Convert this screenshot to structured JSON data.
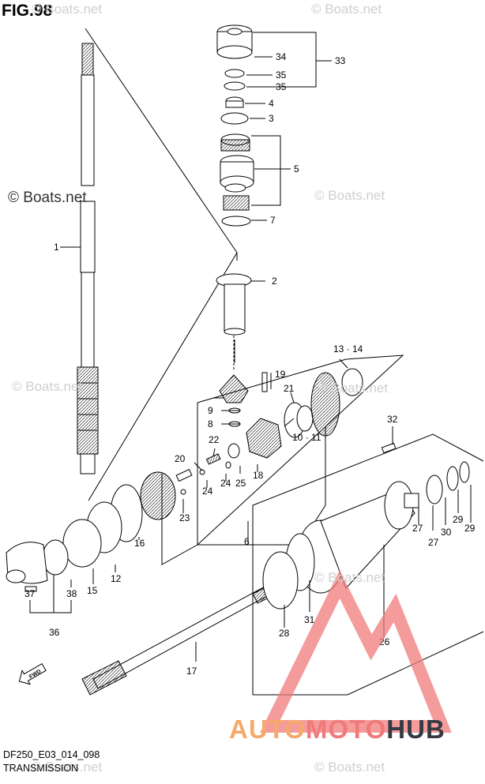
{
  "figure": {
    "title": "FIG.98",
    "code": "DF250_E03_014_098",
    "caption": "TRANSMISSION"
  },
  "watermarks": {
    "text": "© Boats.net",
    "color": "#cfcfcf"
  },
  "brand": {
    "part1": "AUTO",
    "part2": "MOTO",
    "part3": "HUB",
    "color1": "#f5a96b",
    "color2": "#f07a7a",
    "color3": "#333a44"
  },
  "fwd_label": "FWD",
  "callouts": {
    "c1": "1",
    "c2": "2",
    "c3": "3",
    "c4": "4",
    "c5": "5",
    "c6": "6",
    "c7": "7",
    "c9": "9",
    "c10_11": "10 · 11",
    "c12": "12",
    "c13_14": "13 · 14",
    "c15": "15",
    "c16": "16",
    "c17": "17",
    "c18": "18",
    "c19": "19",
    "c20": "20",
    "c21": "21",
    "c22": "22",
    "c23": "23",
    "c24a": "24",
    "c24b": "24",
    "c25": "25",
    "c26": "26",
    "c27a": "27",
    "c27b": "27",
    "c28": "28",
    "c29a": "29",
    "c29b": "29",
    "c30": "30",
    "c31": "31",
    "c32": "32",
    "c33": "33",
    "c34": "34",
    "c35a": "35",
    "c35b": "35",
    "c36": "36",
    "c37": "37",
    "c38": "38",
    "c8": "8"
  }
}
